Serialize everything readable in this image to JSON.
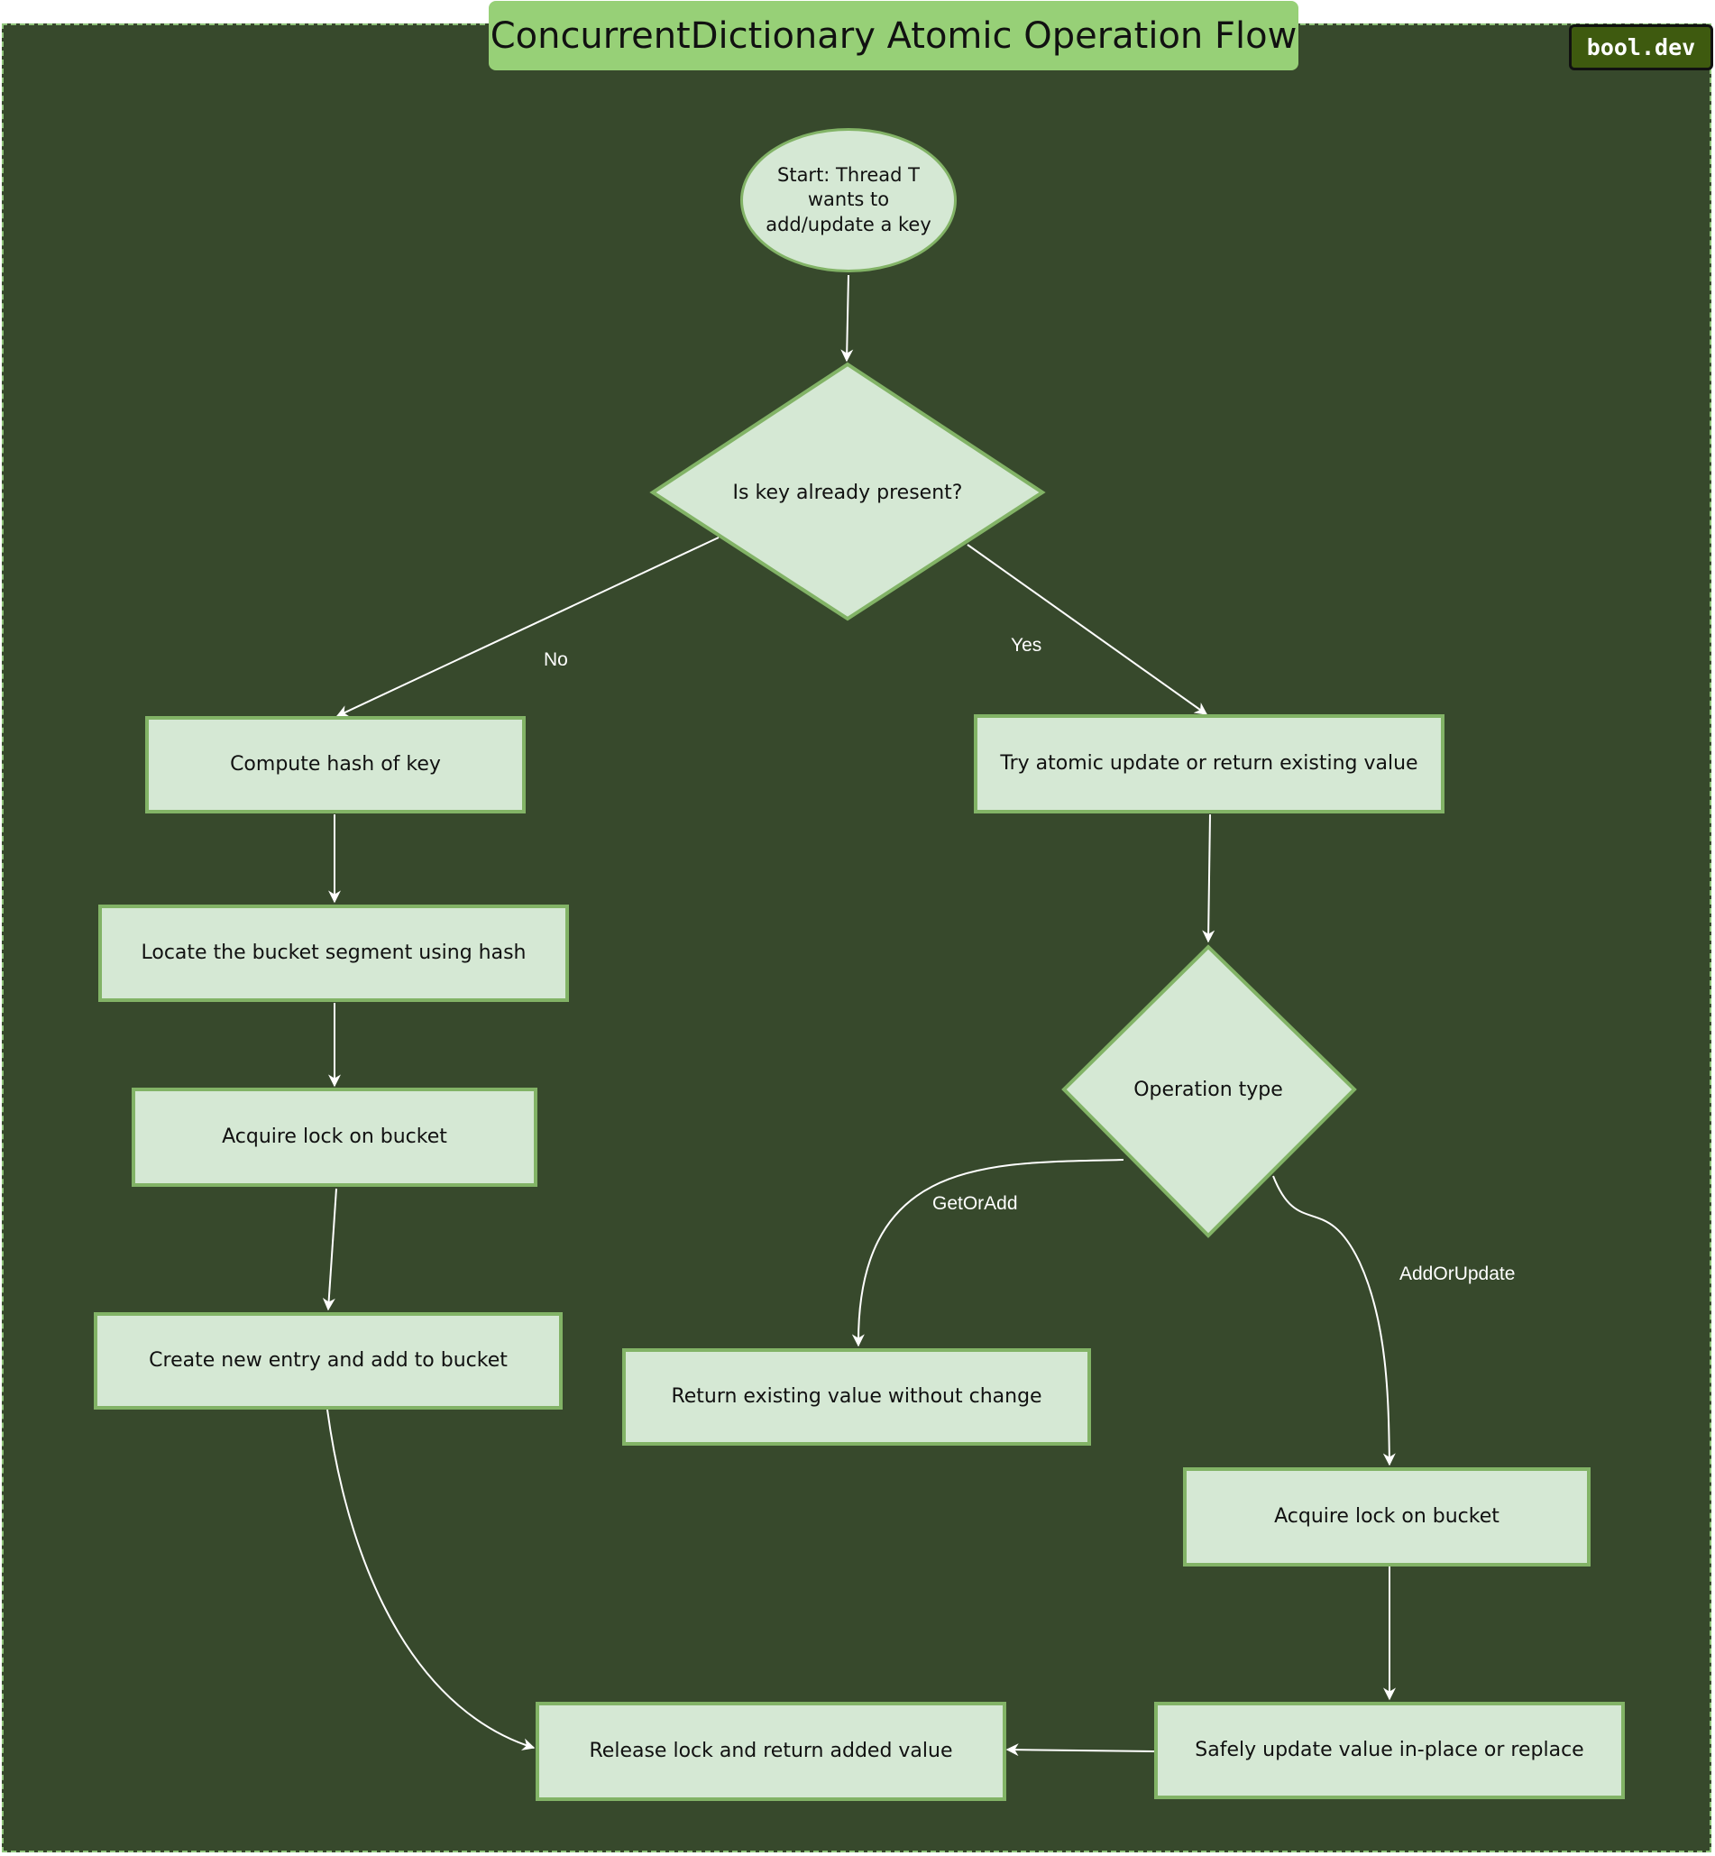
{
  "title": "ConcurrentDictionary Atomic Operation Flow",
  "badge": "bool.dev",
  "nodes": {
    "start": "Start: Thread T wants to add/update a key",
    "key_present": "Is key already present?",
    "compute_hash": "Compute hash of key",
    "locate_bucket": "Locate the bucket segment using hash",
    "acquire_lock_left": "Acquire lock on bucket",
    "create_entry": "Create new entry and add to bucket",
    "release_lock": "Release lock and return added value",
    "try_atomic": "Try atomic update or return existing value",
    "operation_type": "Operation type",
    "return_existing": "Return existing value without change",
    "acquire_lock_right": "Acquire lock on bucket",
    "safely_update": "Safely update value in-place or replace"
  },
  "edge_labels": {
    "no": "No",
    "yes": "Yes",
    "get_or_add": "GetOrAdd",
    "add_or_update": "AddOrUpdate"
  },
  "colors": {
    "background": "#37492c",
    "node_fill": "#d5e8d4",
    "node_stroke": "#82b366",
    "title_fill": "#97d077",
    "badge_fill": "#3e5a0f",
    "edge": "#ffffff"
  }
}
